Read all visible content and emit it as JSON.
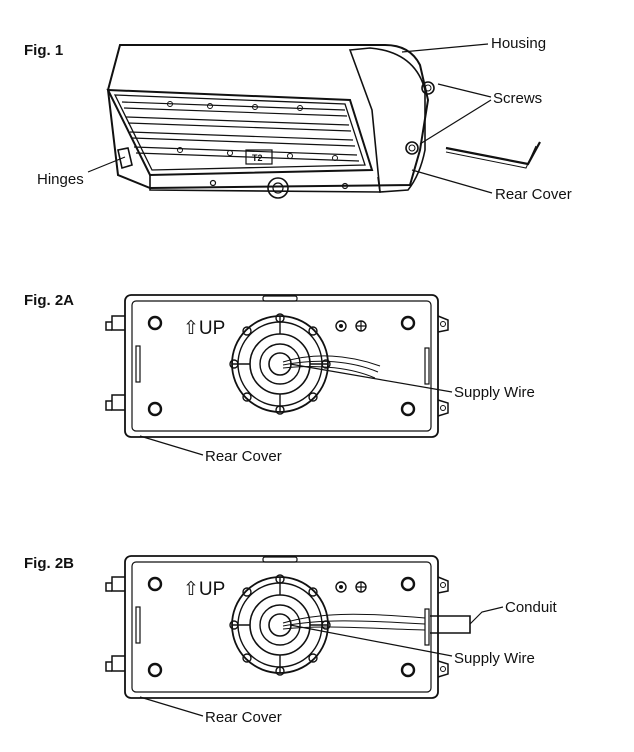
{
  "fig1": {
    "label": "Fig. 1",
    "callouts": {
      "housing": "Housing",
      "screws": "Screws",
      "hinges": "Hinges",
      "rear_cover": "Rear Cover"
    },
    "badge": "T2"
  },
  "fig2a": {
    "label": "Fig. 2A",
    "up_marker": "⇧UP",
    "callouts": {
      "supply_wire": "Supply Wire",
      "rear_cover": "Rear Cover"
    }
  },
  "fig2b": {
    "label": "Fig. 2B",
    "up_marker": "⇧UP",
    "callouts": {
      "conduit": "Conduit",
      "supply_wire": "Supply Wire",
      "rear_cover": "Rear Cover"
    }
  }
}
